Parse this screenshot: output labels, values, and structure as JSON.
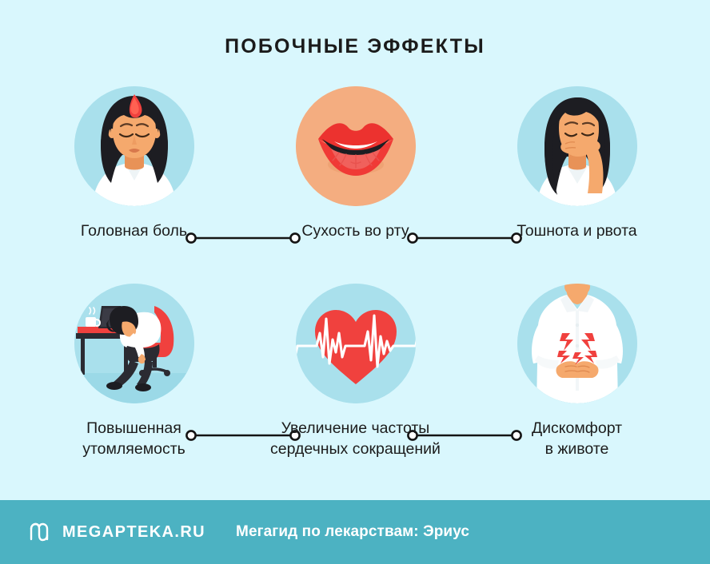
{
  "header": {
    "title": "ПОБОЧНЫЕ ЭФФЕКТЫ"
  },
  "colors": {
    "page_background": "#d9f7fd",
    "bubble_blue": "#a9e0ec",
    "bubble_peach": "#f4ad80",
    "accent_red": "#f0413e",
    "footer_teal": "#4cb2c2",
    "text": "#1c1c1c",
    "connector": "#141414"
  },
  "effects": [
    {
      "id": "headache",
      "icon": "woman-headache-icon",
      "bubble": "blue",
      "label_line1": "Головная боль",
      "label_line2": ""
    },
    {
      "id": "dry-mouth",
      "icon": "dry-mouth-icon",
      "bubble": "peach",
      "label_line1": "Сухость во рту",
      "label_line2": ""
    },
    {
      "id": "nausea-vomiting",
      "icon": "woman-nausea-icon",
      "bubble": "blue",
      "label_line1": "Тошнота и рвота",
      "label_line2": ""
    },
    {
      "id": "fatigue",
      "icon": "tired-woman-desk-icon",
      "bubble": "blue",
      "label_line1": "Повышенная",
      "label_line2": "утомляемость"
    },
    {
      "id": "tachycardia",
      "icon": "heart-ecg-icon",
      "bubble": "blue",
      "label_line1": "Увеличение частоты",
      "label_line2": "сердечных сокращений"
    },
    {
      "id": "abdominal-discomfort",
      "icon": "stomach-pain-icon",
      "bubble": "blue",
      "label_line1": "Дискомфорт",
      "label_line2": "в животе"
    }
  ],
  "footer": {
    "logo_icon": "megapteka-m-logo-icon",
    "brand": "MEGAPTEKA.RU",
    "note": "Мегагид по лекарствам: Эриус"
  }
}
